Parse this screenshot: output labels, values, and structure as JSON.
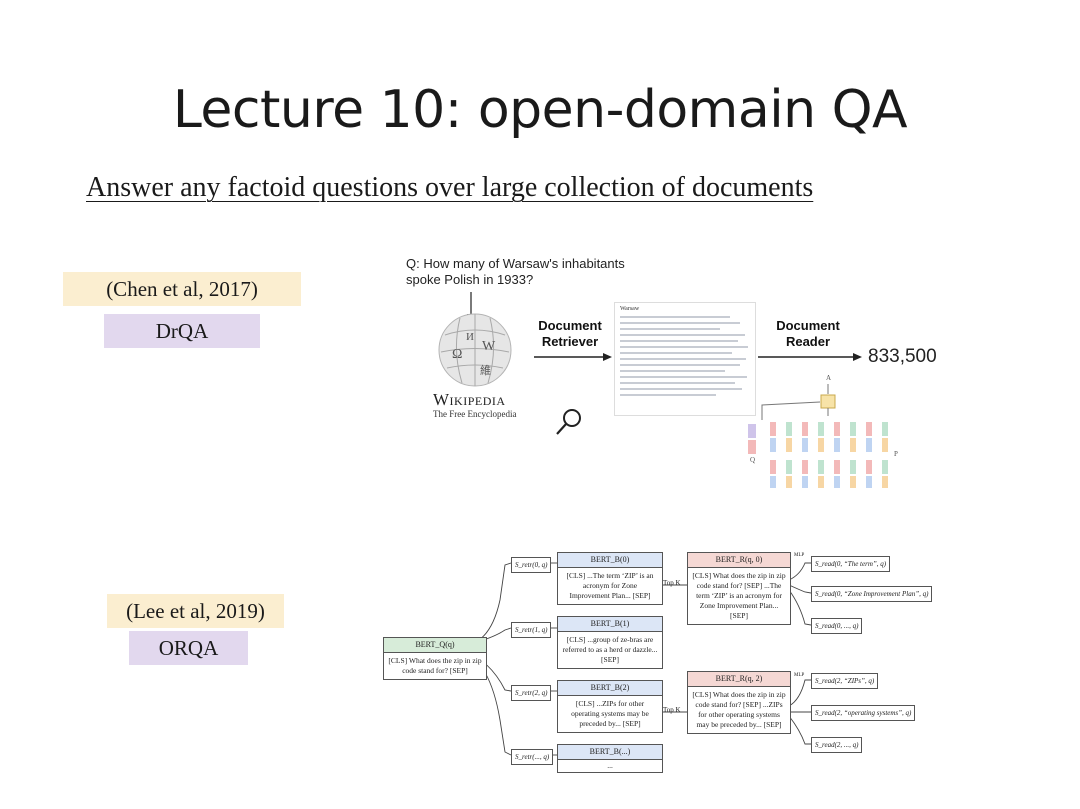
{
  "title": "Lecture 10: open-domain QA",
  "subtitle": "Answer any factoid questions over large collection of documents",
  "drqa": {
    "citation": "(Chen et al, 2017)",
    "name": "DrQA",
    "question_line1": "Q:  How many of Warsaw's inhabitants",
    "question_line2": "spoke Polish in 1933?",
    "wikipedia_word": "Wikipedia",
    "wikipedia_sub": "The Free Encyclopedia",
    "retriever_line1": "Document",
    "retriever_line2": "Retriever",
    "reader_line1": "Document",
    "reader_line2": "Reader",
    "answer": "833,500",
    "doc_title": "Warsaw",
    "reader_label_a": "A",
    "reader_label_q": "Q",
    "reader_label_p": "P"
  },
  "orqa": {
    "citation": "(Lee et al, 2019)",
    "name": "ORQA",
    "query_head": "BERT_Q(q)",
    "query_body": "[CLS] What does the zip in zip code stand for? [SEP]",
    "topk": "Top K",
    "mlp": "MLP",
    "retr_scores": [
      "S_retr(0, q)",
      "S_retr(1, q)",
      "S_retr(2, q)",
      "S_retr(..., q)"
    ],
    "evidence": [
      {
        "head": "BERT_B(0)",
        "body": "[CLS] ...The term ‘ZIP’ is an acronym for Zone Improvement Plan... [SEP]"
      },
      {
        "head": "BERT_B(1)",
        "body": "[CLS] ...group of ze-bras are referred to as a herd or dazzle... [SEP]"
      },
      {
        "head": "BERT_B(2)",
        "body": "[CLS] ...ZIPs for other operating systems may be preceded by... [SEP]"
      },
      {
        "head": "BERT_B(...)",
        "body": "..."
      }
    ],
    "readers": [
      {
        "head": "BERT_R(q, 0)",
        "body": "[CLS] What does the zip in zip code stand for? [SEP] ...The term ‘ZIP’ is an acronym for Zone Improvement Plan... [SEP]"
      },
      {
        "head": "BERT_R(q, 2)",
        "body": "[CLS] What does the zip in zip code stand for? [SEP] ...ZIPs for other operating systems may be preceded by... [SEP]"
      }
    ],
    "read_scores_0": [
      "S_read(0, “The term”, q)",
      "S_read(0, “Zone Improvement Plan”, q)",
      "S_read(0, ..., q)"
    ],
    "read_scores_2": [
      "S_read(2, “ZIPs”, q)",
      "S_read(2, “operating systems”, q)",
      "S_read(2, ..., q)"
    ]
  },
  "colors": {
    "yellow": "#fbeed0",
    "purple": "#e2d8ee",
    "blue": "#dce6f6",
    "pink": "#f5d8d4",
    "green": "#d7ecd9"
  }
}
